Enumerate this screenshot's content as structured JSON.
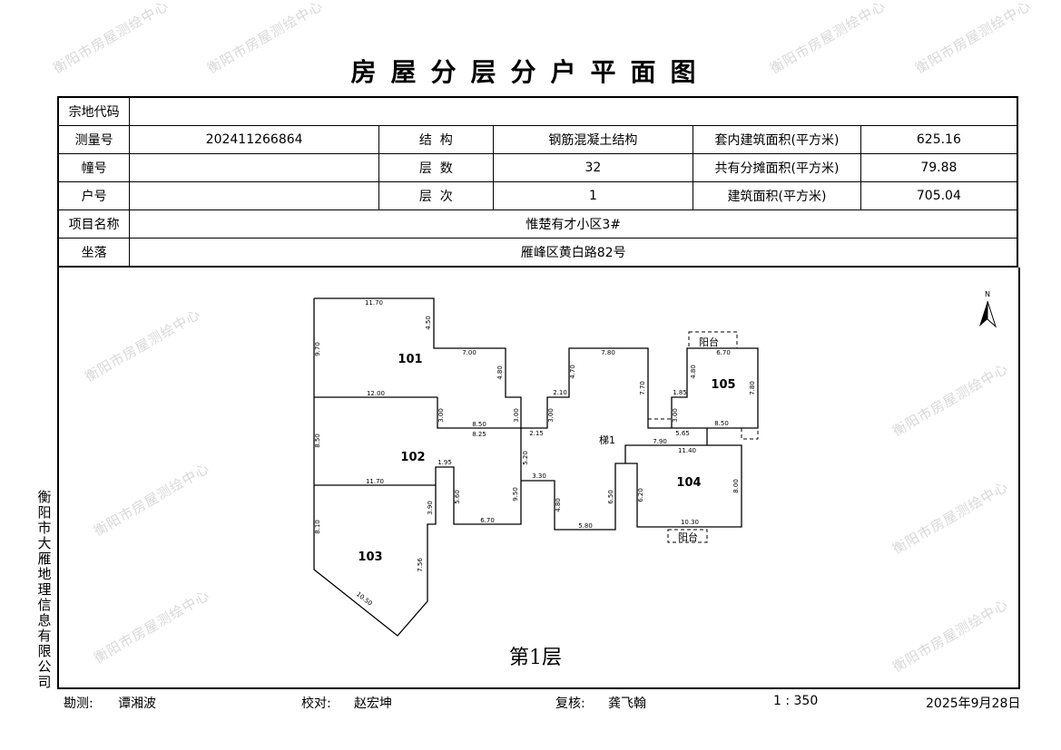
{
  "title": "房屋分层分户平面图",
  "watermark": "衡阳市房屋测绘中心",
  "table": {
    "land_code_label": "宗地代码",
    "land_code": "",
    "survey_no_label": "测量号",
    "survey_no": "202411266864",
    "structure_label": "结  构",
    "structure": "钢筋混凝土结构",
    "inner_area_label": "套内建筑面积(平方米)",
    "inner_area": "625.16",
    "building_no_label": "幢号",
    "building_no": "",
    "floors_label": "层  数",
    "floors": "32",
    "shared_area_label": "共有分摊面积(平方米)",
    "shared_area": "79.88",
    "unit_no_label": "户号",
    "unit_no": "",
    "floor_label": "层  次",
    "floor": "1",
    "total_area_label": "建筑面积(平方米)",
    "total_area": "705.04",
    "project_label": "项目名称",
    "project": "惟楚有才小区3#",
    "location_label": "坐落",
    "location": "雁峰区黄白路82号"
  },
  "plan": {
    "floor_caption": "第1层",
    "north": "N",
    "rooms": [
      "101",
      "102",
      "103",
      "104",
      "105"
    ],
    "stair": "梯1",
    "balcony": "阳台",
    "dims": [
      "11.70",
      "4.50",
      "7.00",
      "4.80",
      "12.00",
      "3.00",
      "3.00",
      "8.50",
      "8.25",
      "9.70",
      "8.50",
      "1.95",
      "11.70",
      "3.90",
      "5.60",
      "6.70",
      "8.10",
      "7.56",
      "10.50",
      "2.15",
      "5.20",
      "9.50",
      "3.30",
      "4.80",
      "5.80",
      "6.50",
      "2.10",
      "3.00",
      "4.70",
      "7.80",
      "7.70",
      "1.85",
      "3.00",
      "4.80",
      "6.70",
      "7.80",
      "8.50",
      "5.65",
      "7.90",
      "11.40",
      "6.20",
      "8.00",
      "10.30"
    ]
  },
  "org_vertical": "衡阳市大雁地理信息有限公司",
  "footer": {
    "surveyor_label": "勘测:",
    "surveyor": "谭湘波",
    "checker_label": "校对:",
    "checker": "赵宏坤",
    "reviewer_label": "复核:",
    "reviewer": "龚飞翰",
    "scale": "1 : 350",
    "date": "2025年9月28日"
  }
}
